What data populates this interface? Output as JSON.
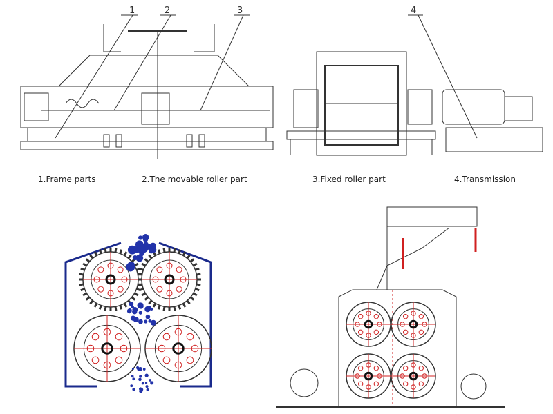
{
  "callouts": [
    "1",
    "2",
    "3",
    "4"
  ],
  "captions": {
    "frame": "1.Frame parts",
    "movable": "2.The movable roller part",
    "fixed": "3.Fixed roller part",
    "transmission": "4.Transmission"
  },
  "colors": {
    "line": "#333333",
    "blue": "#1a2a8c",
    "red": "#d02020",
    "particle": "#2233aa"
  }
}
